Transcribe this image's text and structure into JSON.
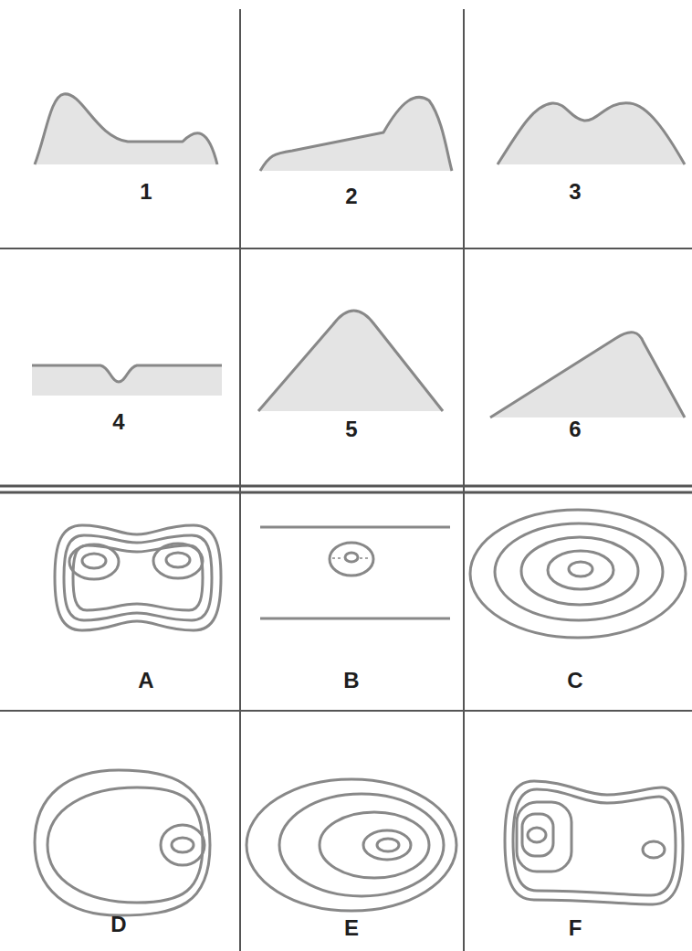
{
  "diagram": {
    "labels": [
      "1",
      "2",
      "3",
      "4",
      "5",
      "6",
      "A",
      "B",
      "C",
      "D",
      "E",
      "F"
    ]
  }
}
